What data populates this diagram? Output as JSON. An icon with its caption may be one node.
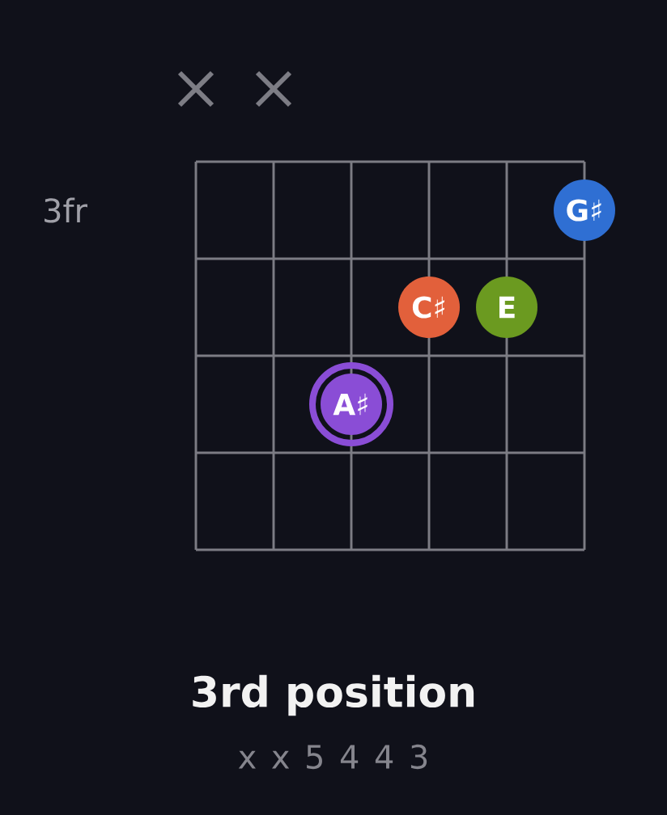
{
  "diagram": {
    "caption": "3rd position",
    "nodes": [
      {
        "text": [
          "G♯"
        ]
      },
      {
        "text": [
          "C♯"
        ]
      },
      {
        "text": [
          "E"
        ]
      },
      {
        "text": [
          "A♯"
        ]
      }
    ],
    "labels": [
      "3fr",
      "x x 5 4 4 3"
    ]
  }
}
